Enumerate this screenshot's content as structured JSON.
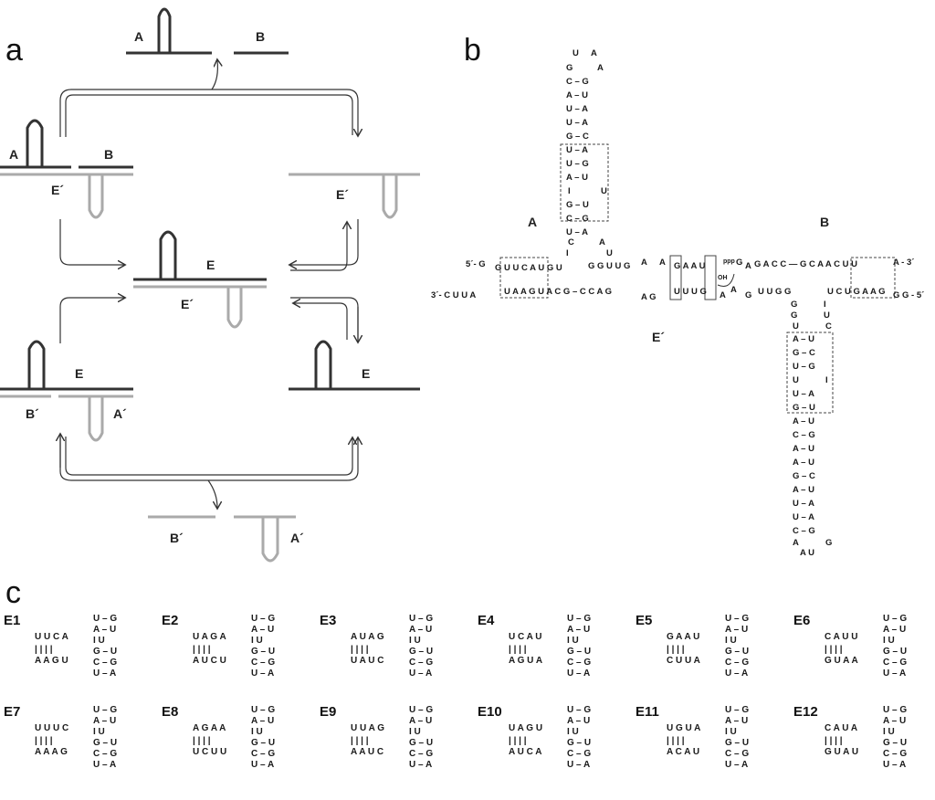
{
  "panels": {
    "a": "a",
    "b": "b",
    "c": "c"
  },
  "panel_a": {
    "top": {
      "A": "A",
      "B": "B"
    },
    "left_upper": {
      "A": "A",
      "B": "B",
      "Ep": "E´"
    },
    "right_upper": {
      "Ep": "E´"
    },
    "center": {
      "E": "E",
      "Ep": "E´"
    },
    "left_lower": {
      "E": "E",
      "Bp": "B´",
      "Ap": "A´"
    },
    "right_lower": {
      "E": "E"
    },
    "bottom": {
      "Bp": "B´",
      "Ap": "A´"
    }
  },
  "panel_b": {
    "label_A": "A",
    "label_B": "B",
    "label_Ep": "E´",
    "five_prime_left": "5´- G",
    "three_prime_left": "3´- C U U A",
    "three_prime_right": "A - 3´",
    "five_prime_right": "G G - 5´",
    "ppp": "ppp",
    "oh": "OH"
  },
  "panel_c": [
    {
      "name": "E1",
      "top": "UUCA",
      "bottom": "AAGU"
    },
    {
      "name": "E2",
      "top": "UAGA",
      "bottom": "AUCU"
    },
    {
      "name": "E3",
      "top": "AUAG",
      "bottom": "UAUC"
    },
    {
      "name": "E4",
      "top": "UCAU",
      "bottom": "AGUA"
    },
    {
      "name": "E5",
      "top": "GAAU",
      "bottom": "CUUA"
    },
    {
      "name": "E6",
      "top": "CAUU",
      "bottom": "GUAA"
    },
    {
      "name": "E7",
      "top": "UUUC",
      "bottom": "AAAG"
    },
    {
      "name": "E8",
      "top": "AGAA",
      "bottom": "UCUU"
    },
    {
      "name": "E9",
      "top": "UUAG",
      "bottom": "AAUC"
    },
    {
      "name": "E10",
      "top": "UAGU",
      "bottom": "AUCA"
    },
    {
      "name": "E11",
      "top": "UGUA",
      "bottom": "ACAU"
    },
    {
      "name": "E12",
      "top": "CAUA",
      "bottom": "GUAU"
    }
  ],
  "stem_pairs": [
    "U-G",
    "A-U",
    "I U",
    "G-U",
    "C-G",
    "U-A"
  ]
}
